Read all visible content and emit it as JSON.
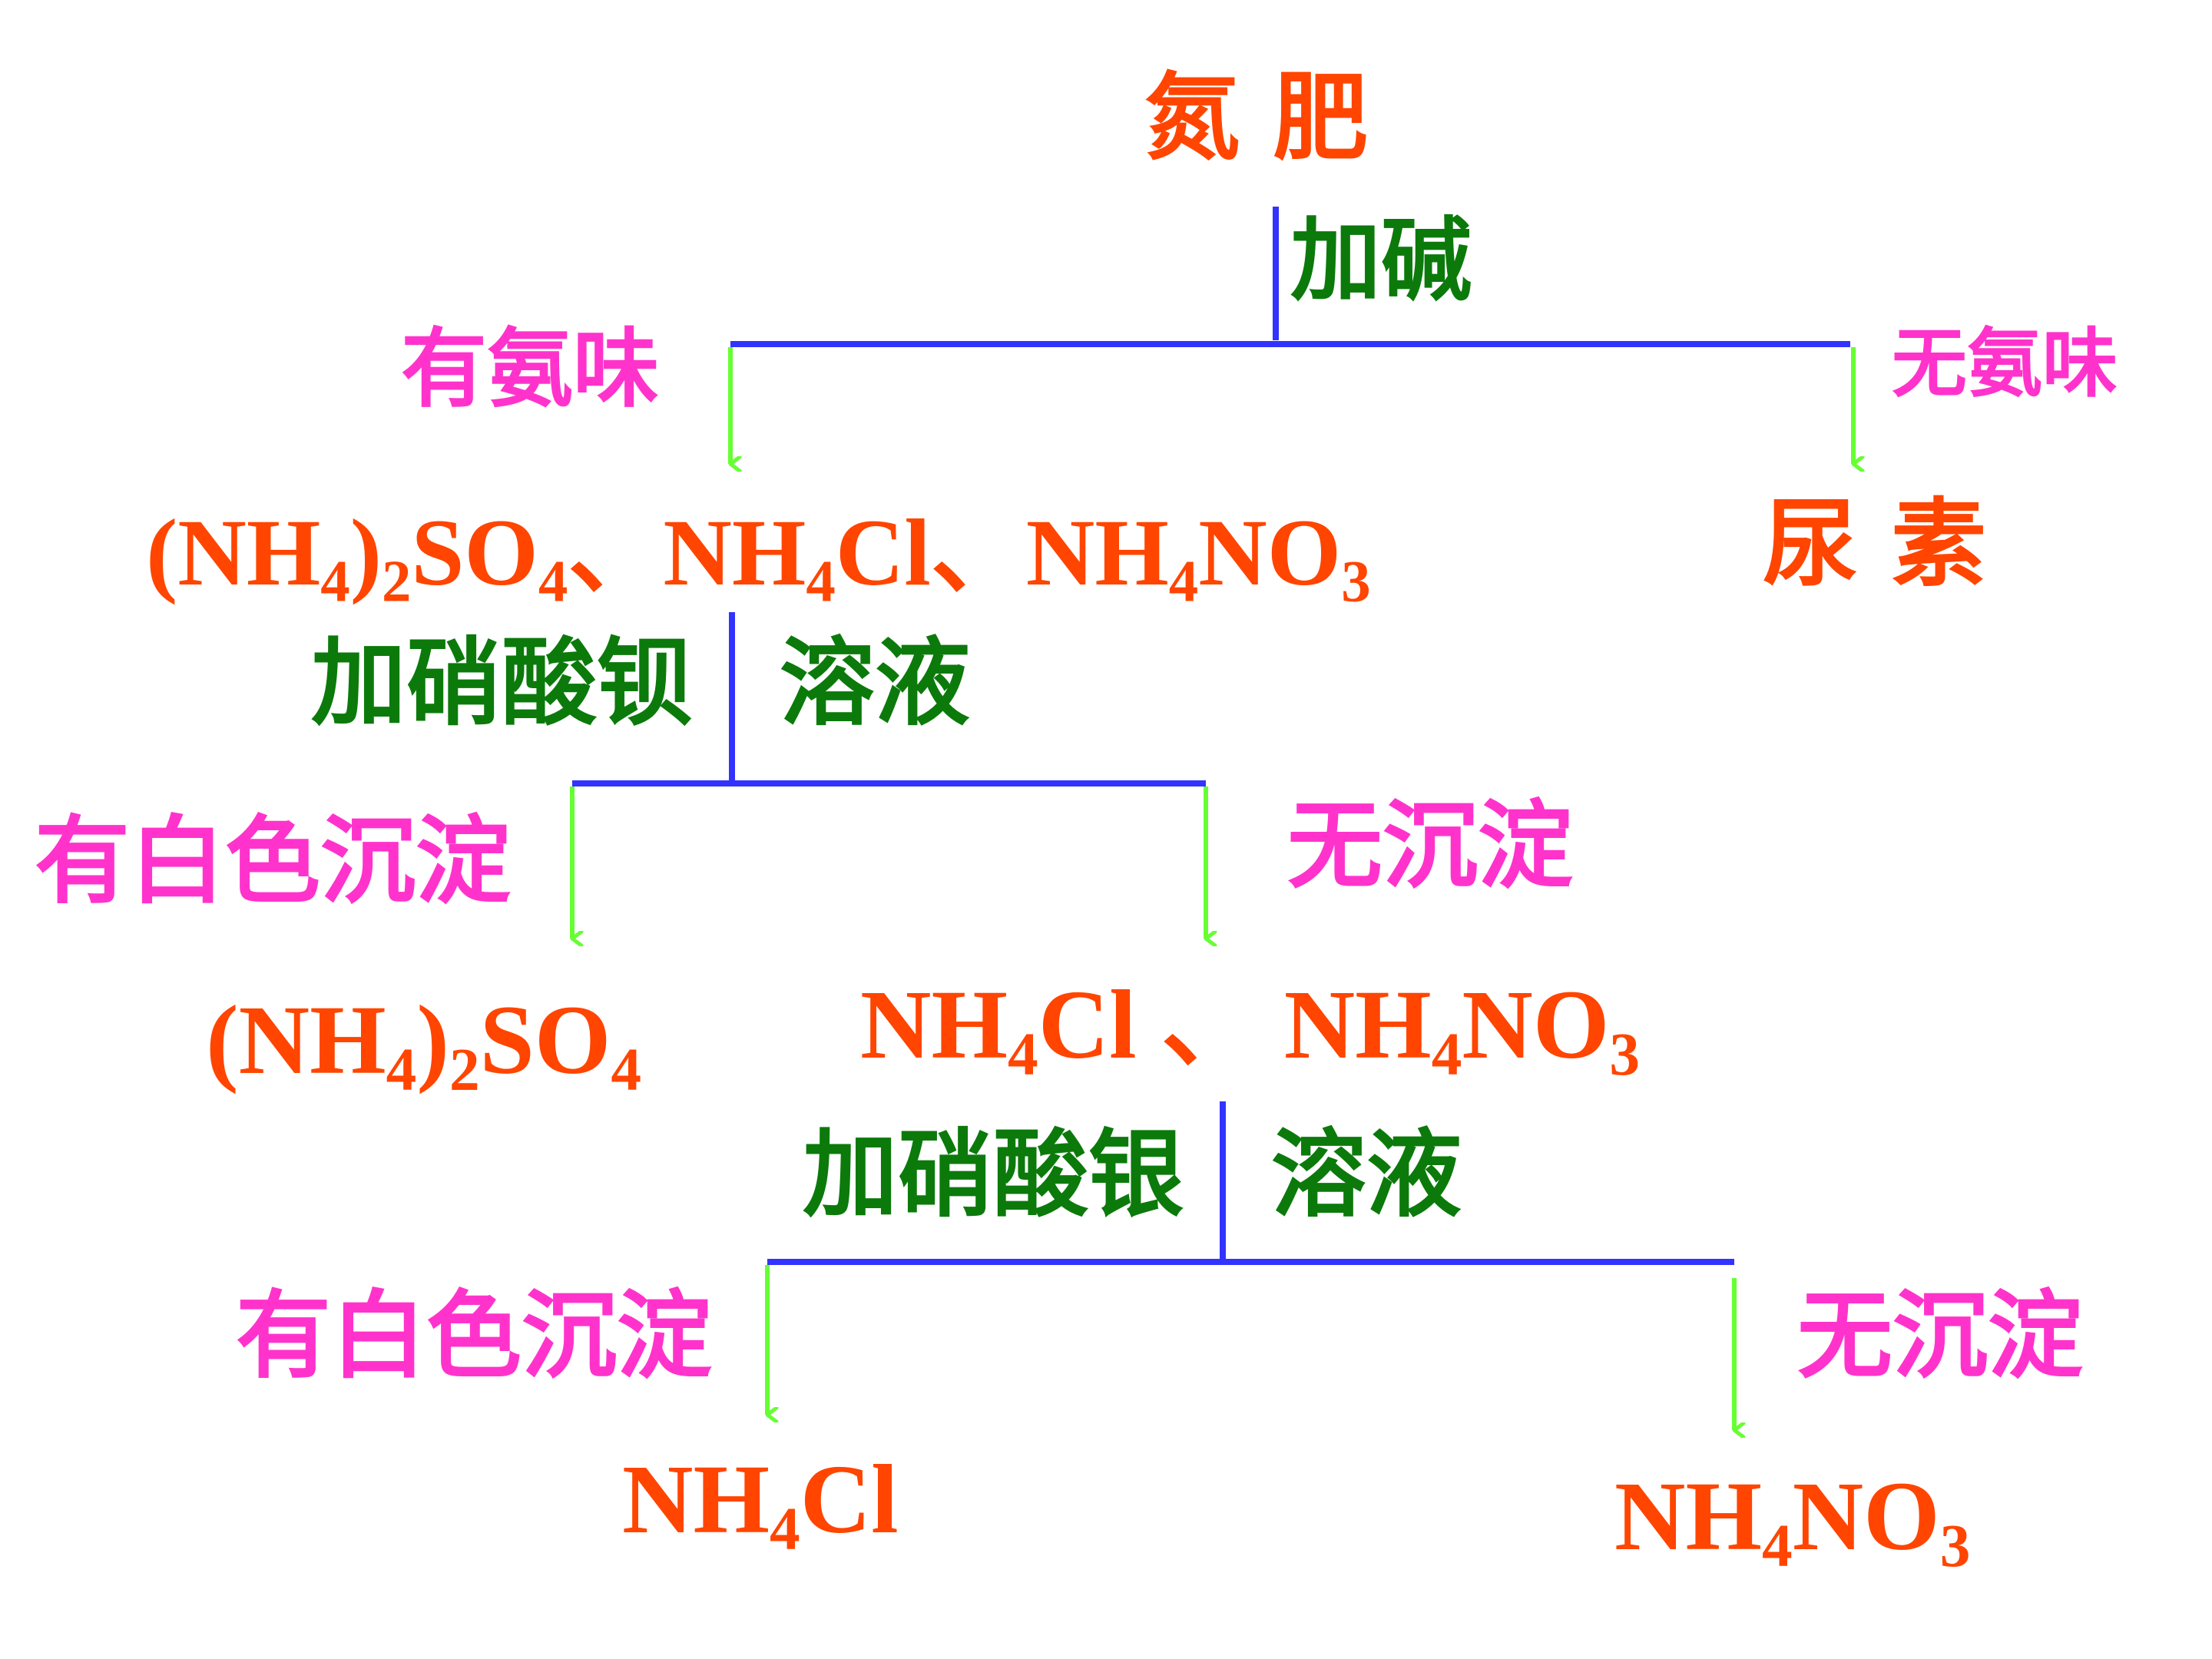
{
  "colors": {
    "product": "#ff4500",
    "reagent": "#0b7a0b",
    "observation": "#ff33cc",
    "branch_line": "#3333ff",
    "arrow": "#66ff33"
  },
  "root": {
    "label": "氮 肥"
  },
  "step1": {
    "reagent": "加碱",
    "left": {
      "observation": "有氨味",
      "result": [
        "(NH",
        "4",
        ")",
        "2",
        "SO",
        "4",
        "、NH",
        "4",
        "Cl、NH",
        "4",
        "NO",
        "3"
      ]
    },
    "right": {
      "observation": "无氨味",
      "result": "尿 素"
    }
  },
  "step2": {
    "reagent_left": "加硝酸钡",
    "reagent_right": "溶液",
    "left": {
      "observation": "有白色沉淀",
      "result": [
        "(NH",
        "4",
        ")",
        "2",
        "SO",
        "4"
      ]
    },
    "right": {
      "observation": "无沉淀",
      "result": [
        "NH",
        "4",
        "Cl 、 NH",
        "4",
        "NO",
        "3"
      ]
    }
  },
  "step3": {
    "reagent_left": "加硝酸银",
    "reagent_right": "溶液",
    "left": {
      "observation": "有白色沉淀",
      "result": [
        "NH",
        "4",
        "Cl"
      ]
    },
    "right": {
      "observation": "无沉淀",
      "result": [
        "NH",
        "4",
        "NO",
        "3"
      ]
    }
  }
}
